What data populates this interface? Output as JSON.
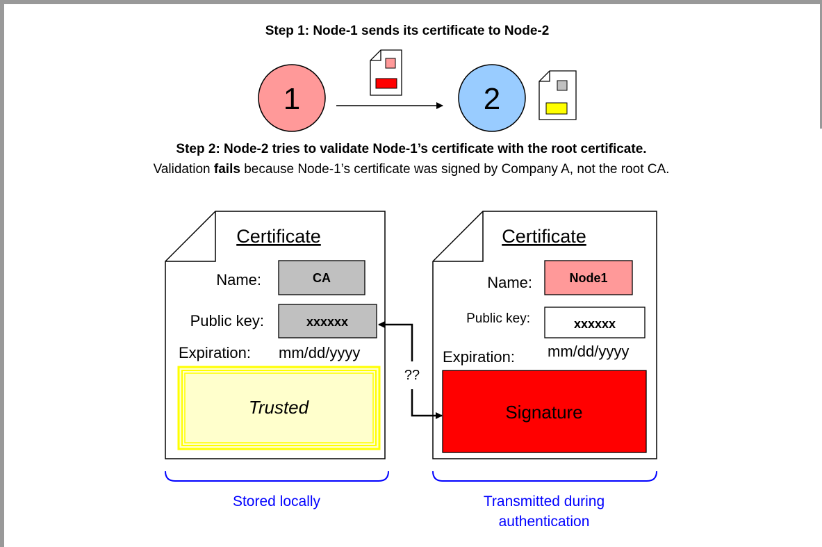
{
  "step1": {
    "title": "Step 1: Node-1 sends its certificate to Node-2"
  },
  "nodes": {
    "node1_label": "1",
    "node2_label": "2"
  },
  "step2": {
    "title": "Step 2: Node-2 tries to validate Node-1’s certificate with the root certificate.",
    "desc_before": "Validation ",
    "desc_bold": "fails",
    "desc_after": " because Node-1’s certificate was signed by Company A, not the root CA."
  },
  "root_cert": {
    "title": "Certificate",
    "name_label": "Name:",
    "name_value": "CA",
    "key_label": "Public key:",
    "key_value": "xxxxxx",
    "exp_label": "Expiration:",
    "exp_value": "mm/dd/yyyy",
    "trusted_label": "Trusted",
    "caption": "Stored locally"
  },
  "node_cert": {
    "title": "Certificate",
    "name_label": "Name:",
    "name_value": "Node1",
    "key_label": "Public key:",
    "key_value": "xxxxxx",
    "exp_label": "Expiration:",
    "exp_value": "mm/dd/yyyy",
    "signature_label": "Signature",
    "caption_line1": "Transmitted during",
    "caption_line2": "authentication"
  },
  "question_label": "??",
  "colors": {
    "node1_fill": "#ff9999",
    "node2_fill": "#99ccff",
    "gray_box": "#c0c0c0",
    "node1_name_fill": "#ff9999",
    "trusted_fill": "#ffffcc",
    "trusted_border": "#ffff00",
    "signature_fill": "#ff0000",
    "caption_color": "#0000ff"
  }
}
